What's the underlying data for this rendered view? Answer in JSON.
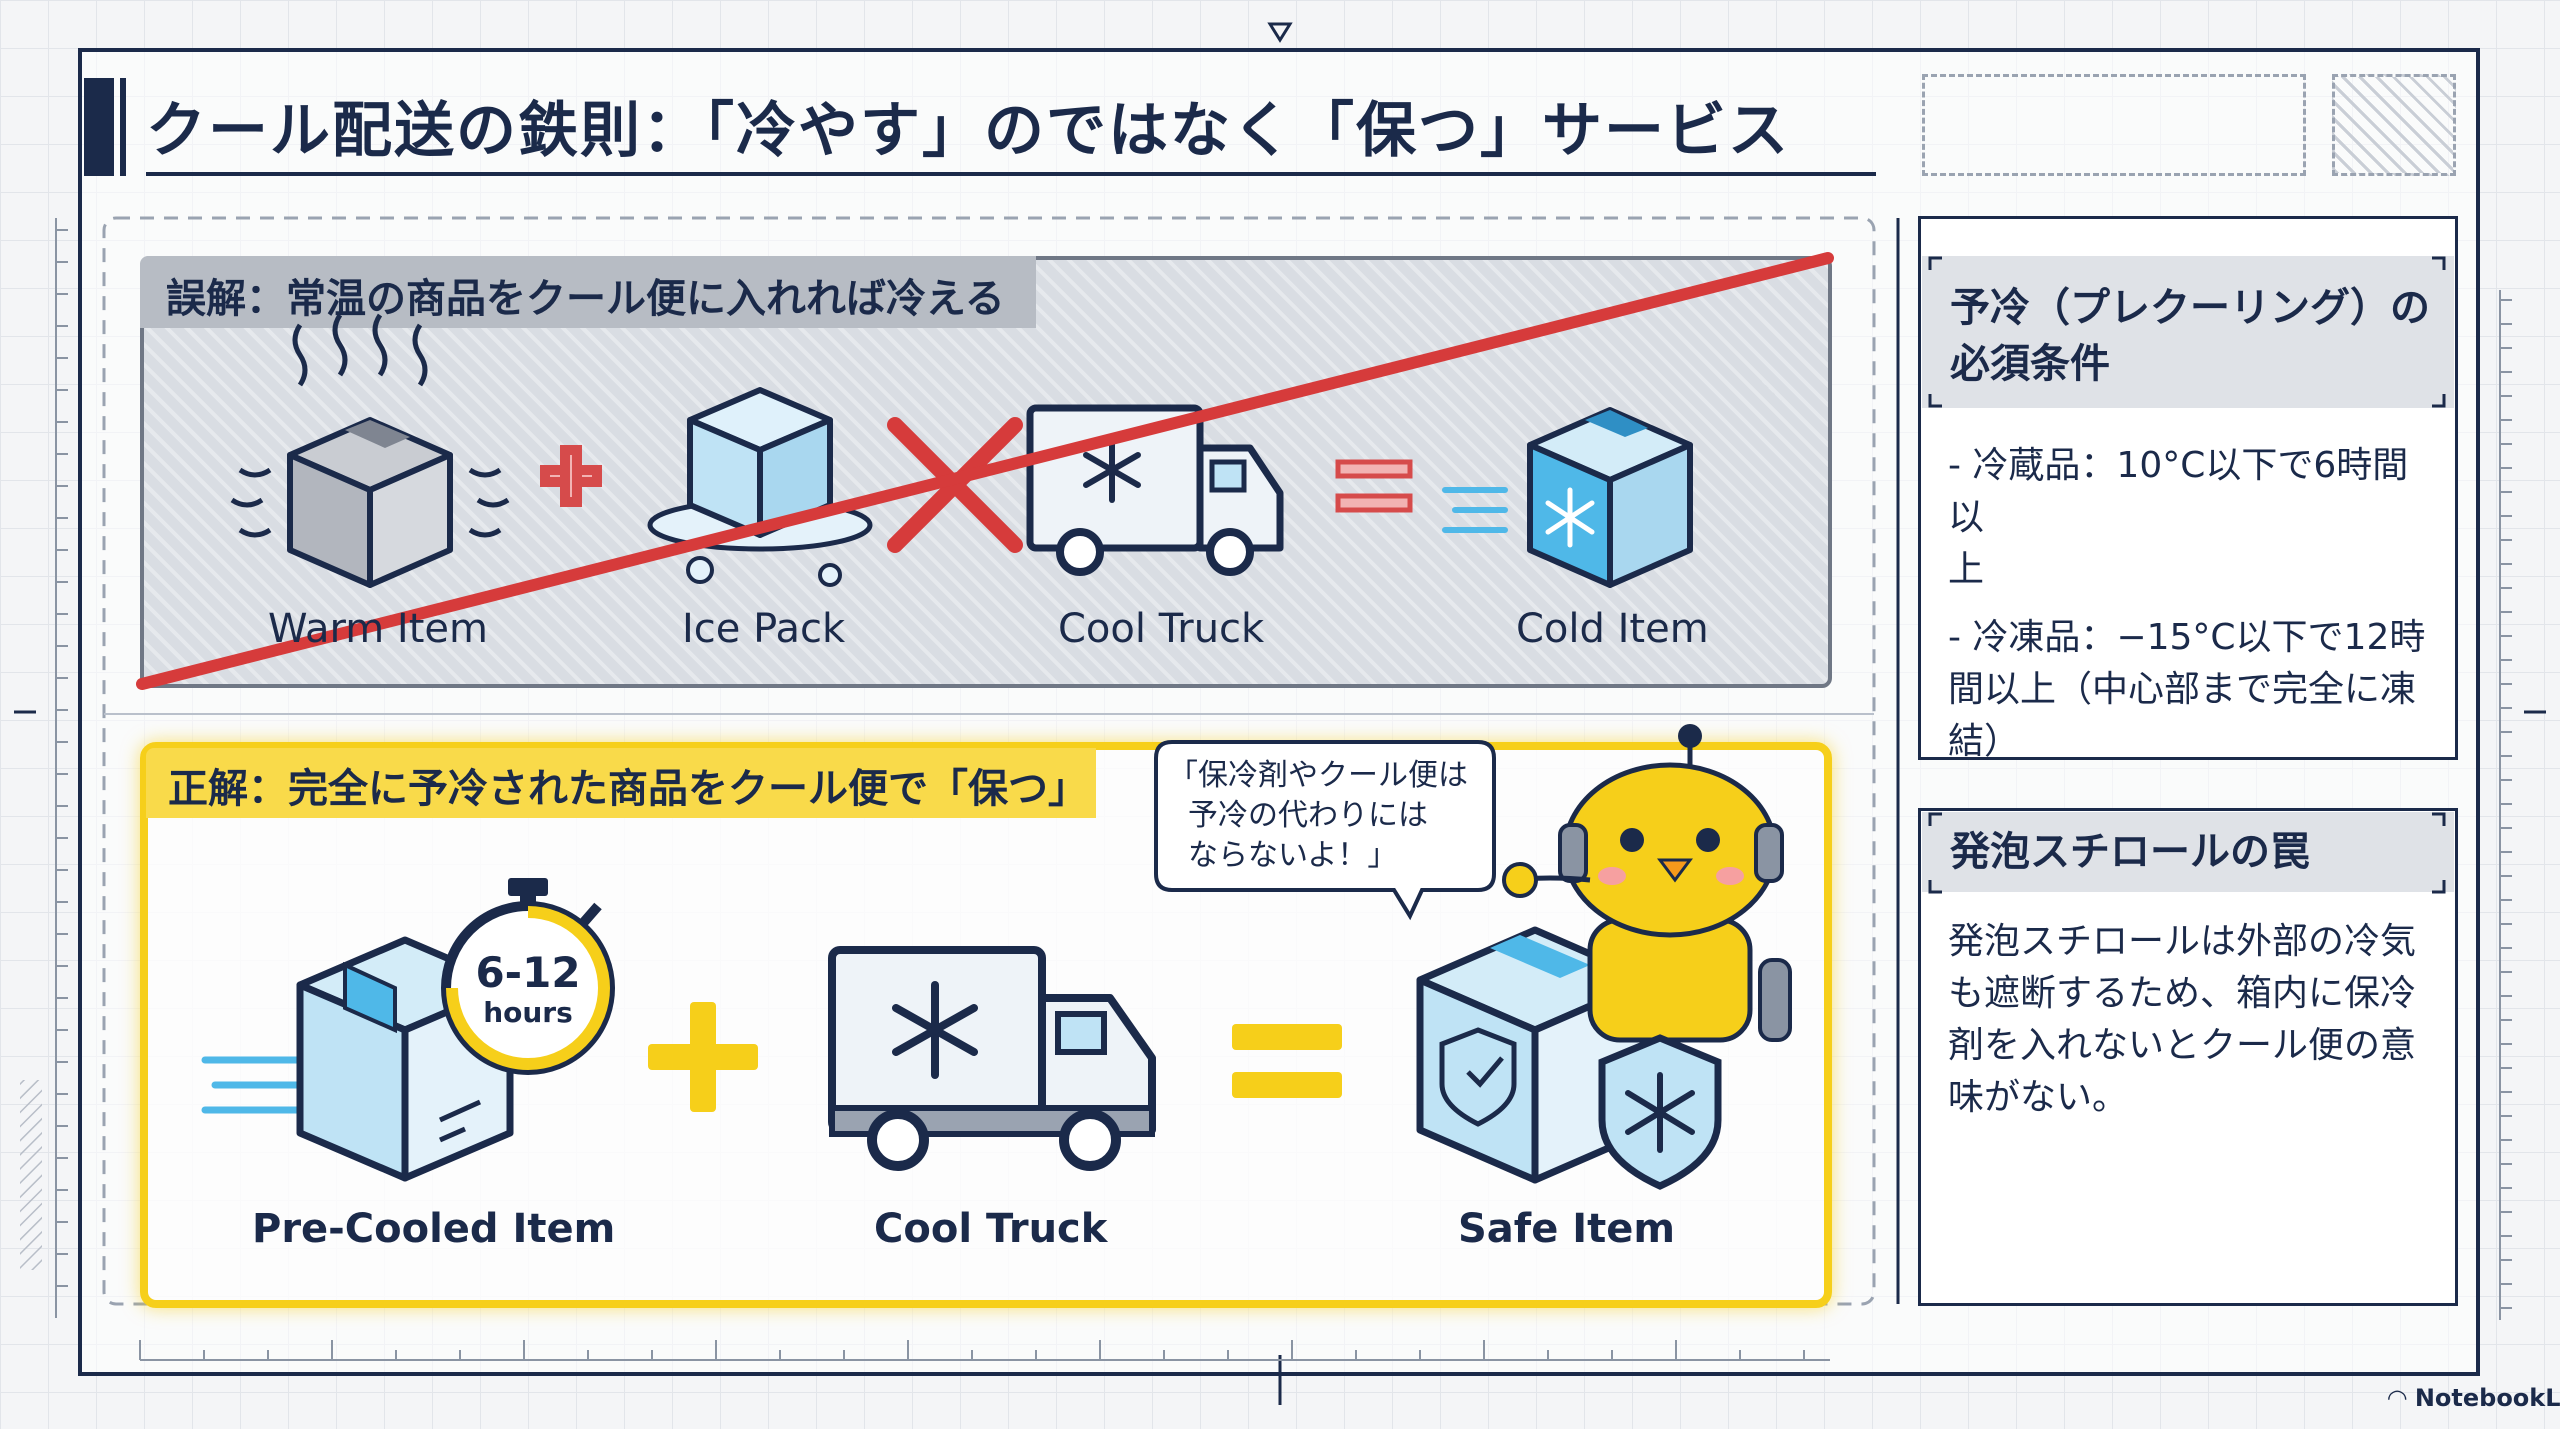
{
  "title": "クール配送の鉄則：「冷やす」のではなく「保つ」サービス",
  "wrong": {
    "label": "誤解：常温の商品をクール便に入れれば冷える",
    "items": {
      "warm": "Warm Item",
      "ice": "Ice Pack",
      "truck": "Cool Truck",
      "cold": "Cold Item"
    }
  },
  "right": {
    "label": "正解：完全に予冷された商品をクール便で「保つ」",
    "timer_value": "6-12",
    "timer_unit": "hours",
    "items": {
      "precooled": "Pre-Cooled Item",
      "truck": "Cool Truck",
      "safe": "Safe Item"
    },
    "bubble": {
      "line1": "「保冷剤やクール便は",
      "line2": "予冷の代わりには",
      "line3": "ならないよ！」"
    }
  },
  "side1": {
    "heading_line1": "予冷（プレクーリング）の",
    "heading_line2": "必須条件",
    "b1_line1": "- 冷蔵品：10°C以下で6時間以",
    "b1_line2": "上",
    "b2_line1": "- 冷凍品：−15°C以下で12時",
    "b2_line2": "間以上（中心部まで完全に凍",
    "b2_line3": "結）"
  },
  "side2": {
    "heading": "発泡スチロールの罠",
    "line1": "発泡スチロールは外部の冷気",
    "line2": "も遮断するため、箱内に保冷",
    "line3": "剤を入れないとクール便の意",
    "line4": "味がない。"
  },
  "brand": "NotebookLM",
  "colors": {
    "navy": "#1b2a4a",
    "yellow": "#f6cf1a",
    "red": "#d63b3b",
    "ice_blue": "#bfe3f5",
    "light_blue": "#4fb8e8"
  }
}
